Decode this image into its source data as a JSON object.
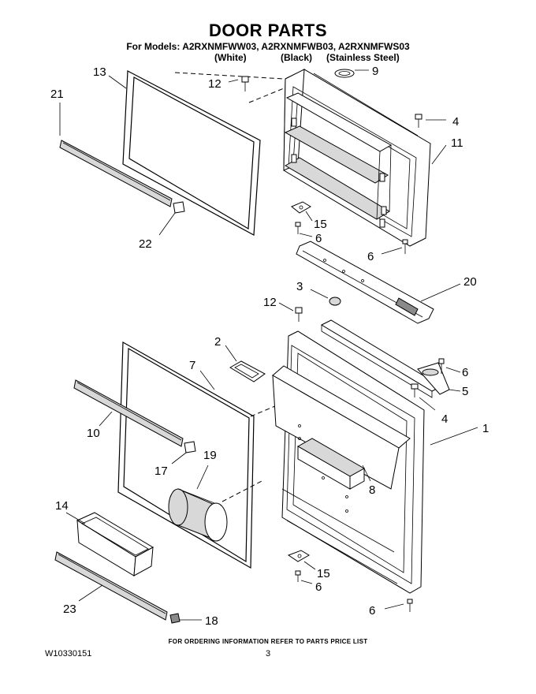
{
  "title": "DOOR PARTS",
  "models_line": "For Models: A2RXNMFWW03, A2RXNMFWB03, A2RXNMFWS03",
  "variants": [
    "(White)",
    "(Black)",
    "(Stainless Steel)"
  ],
  "callouts": {
    "c13": "13",
    "c12a": "12",
    "c9": "9",
    "c21": "21",
    "c4a": "4",
    "c11": "11",
    "c22": "22",
    "c15a": "15",
    "c6a": "6",
    "c6b": "6",
    "c20": "20",
    "c3": "3",
    "c12b": "12",
    "c2": "2",
    "c7": "7",
    "c6c": "6",
    "c5": "5",
    "c4b": "4",
    "c10": "10",
    "c1": "1",
    "c17": "17",
    "c19": "19",
    "c8": "8",
    "c14": "14",
    "c15b": "15",
    "c6d": "6",
    "c6e": "6",
    "c23": "23",
    "c18": "18"
  },
  "footer_note": "FOR ORDERING INFORMATION REFER TO PARTS PRICE LIST",
  "doc_number": "W10330151",
  "page_number": "3"
}
